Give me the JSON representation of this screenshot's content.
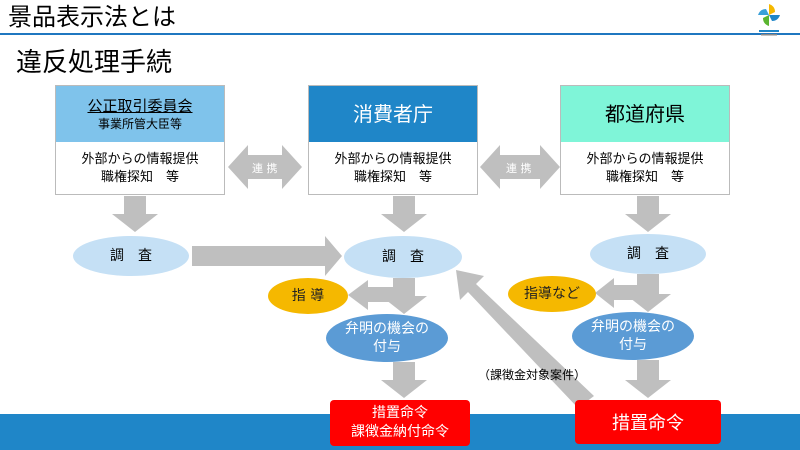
{
  "header": {
    "title": "景品表示法とは",
    "section_title": "違反処理手続"
  },
  "orgs": {
    "jftc": {
      "name": "公正取引委員会",
      "sub": "事業所管大臣等",
      "body_line1": "外部からの情報提供",
      "body_line2": "職権探知　等"
    },
    "caa": {
      "name": "消費者庁",
      "body_line1": "外部からの情報提供",
      "body_line2": "職権探知　等"
    },
    "pref": {
      "name": "都道府県",
      "body_line1": "外部からの情報提供",
      "body_line2": "職権探知　等"
    }
  },
  "links": {
    "left": "連 携",
    "right": "連 携"
  },
  "investigate": {
    "left": "調　査",
    "center": "調　査",
    "right": "調　査"
  },
  "guidance": {
    "center": "指 導",
    "right": "指導など"
  },
  "hearing": {
    "center": "弁明の機会の付与",
    "right": "弁明の機会の付与"
  },
  "orders": {
    "center_line1": "措置命令",
    "center_line2": "課徴金納付命令",
    "right": "措置命令"
  },
  "note": "（課徴金対象案件）",
  "colors": {
    "accent_blue": "#1f86c8",
    "light_blue": "#7fc3eb",
    "teal": "#7ff5d8",
    "ellipse_light": "#c5e0f5",
    "ellipse_dark": "#5b9bd5",
    "yellow": "#f5b800",
    "red": "#ff0000",
    "arrow_gray": "#bfbfbf"
  }
}
